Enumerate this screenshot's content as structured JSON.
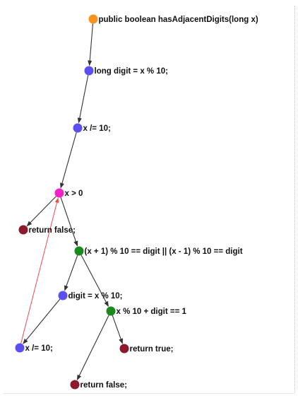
{
  "diagram": {
    "type": "control-flow-graph",
    "colors": {
      "entry": "#f7941d",
      "statement": "#5b4ff0",
      "condition_loop": "#f022c8",
      "condition": "#1a8a1f",
      "return": "#8b1a2b",
      "edge": "#333333",
      "back_edge": "#f04a4a"
    },
    "nodes": [
      {
        "id": "n0",
        "kind": "entry",
        "label": "public boolean hasAdjacentDigits(long x)"
      },
      {
        "id": "n1",
        "kind": "statement",
        "label": "long digit = x % 10;"
      },
      {
        "id": "n2",
        "kind": "statement",
        "label": "x /= 10;"
      },
      {
        "id": "n3",
        "kind": "condition_loop",
        "label": "x > 0"
      },
      {
        "id": "n4",
        "kind": "return",
        "label": "return false;"
      },
      {
        "id": "n5",
        "kind": "condition",
        "label": "(x + 1) % 10 == digit || (x - 1) % 10 == digit"
      },
      {
        "id": "n6",
        "kind": "statement",
        "label": "digit = x % 10;"
      },
      {
        "id": "n7",
        "kind": "condition",
        "label": "x % 10 + digit == 1"
      },
      {
        "id": "n8",
        "kind": "statement",
        "label": "x /= 10;"
      },
      {
        "id": "n9",
        "kind": "return",
        "label": "return true;"
      },
      {
        "id": "n10",
        "kind": "return",
        "label": "return false;"
      }
    ],
    "edges": [
      {
        "from": "n0",
        "to": "n1",
        "kind": "edge"
      },
      {
        "from": "n1",
        "to": "n2",
        "kind": "edge"
      },
      {
        "from": "n2",
        "to": "n3",
        "kind": "edge"
      },
      {
        "from": "n3",
        "to": "n4",
        "kind": "edge"
      },
      {
        "from": "n3",
        "to": "n5",
        "kind": "edge"
      },
      {
        "from": "n5",
        "to": "n6",
        "kind": "edge"
      },
      {
        "from": "n5",
        "to": "n7",
        "kind": "edge"
      },
      {
        "from": "n6",
        "to": "n8",
        "kind": "edge"
      },
      {
        "from": "n8",
        "to": "n3",
        "kind": "back_edge"
      },
      {
        "from": "n7",
        "to": "n9",
        "kind": "edge"
      },
      {
        "from": "n7",
        "to": "n10",
        "kind": "edge"
      }
    ]
  }
}
